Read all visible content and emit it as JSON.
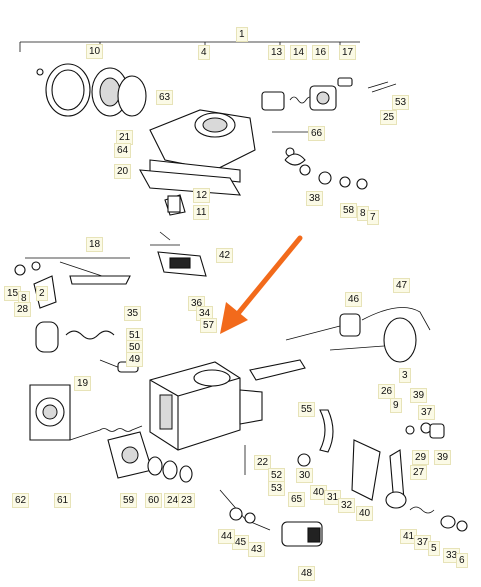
{
  "diagram": {
    "callouts": [
      "1",
      "10",
      "4",
      "13",
      "14",
      "16",
      "17",
      "63",
      "53",
      "25",
      "21",
      "66",
      "64",
      "20",
      "12",
      "11",
      "38",
      "58",
      "8",
      "7",
      "18",
      "42",
      "15",
      "8",
      "2",
      "28",
      "47",
      "46",
      "35",
      "36",
      "34",
      "57",
      "51",
      "50",
      "49",
      "3",
      "19",
      "26",
      "39",
      "55",
      "9",
      "29",
      "39",
      "37",
      "62",
      "61",
      "59",
      "60",
      "24",
      "23",
      "22",
      "52",
      "53",
      "65",
      "30",
      "40",
      "31",
      "32",
      "40",
      "27",
      "41",
      "37",
      "45",
      "44",
      "43",
      "48",
      "33",
      "6",
      "5"
    ],
    "arrow_color": "#f26a1b",
    "label_bg": "#fbfae6"
  }
}
